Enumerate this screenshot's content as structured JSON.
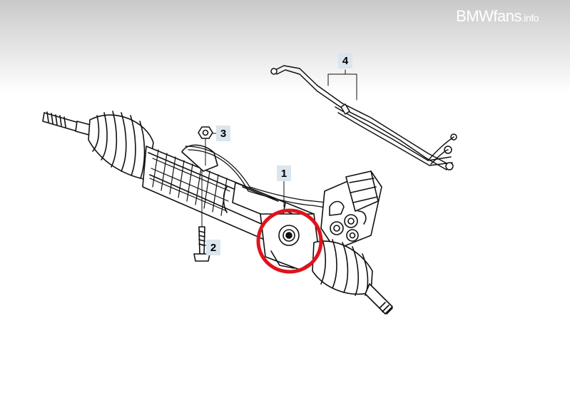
{
  "watermark": {
    "name": "BMWfans",
    "tld": ".info"
  },
  "callouts": [
    {
      "label": "1",
      "part": "steering-gear"
    },
    {
      "label": "2",
      "part": "bolt"
    },
    {
      "label": "3",
      "part": "nut"
    },
    {
      "label": "4",
      "part": "hydraulic-lines"
    }
  ],
  "highlight": {
    "color": "#e0121b"
  },
  "colors": {
    "line": "#111111",
    "background": "#ffffff",
    "header_gradient": "#c9c9c9",
    "callout_bg": "#dbe5ee"
  }
}
